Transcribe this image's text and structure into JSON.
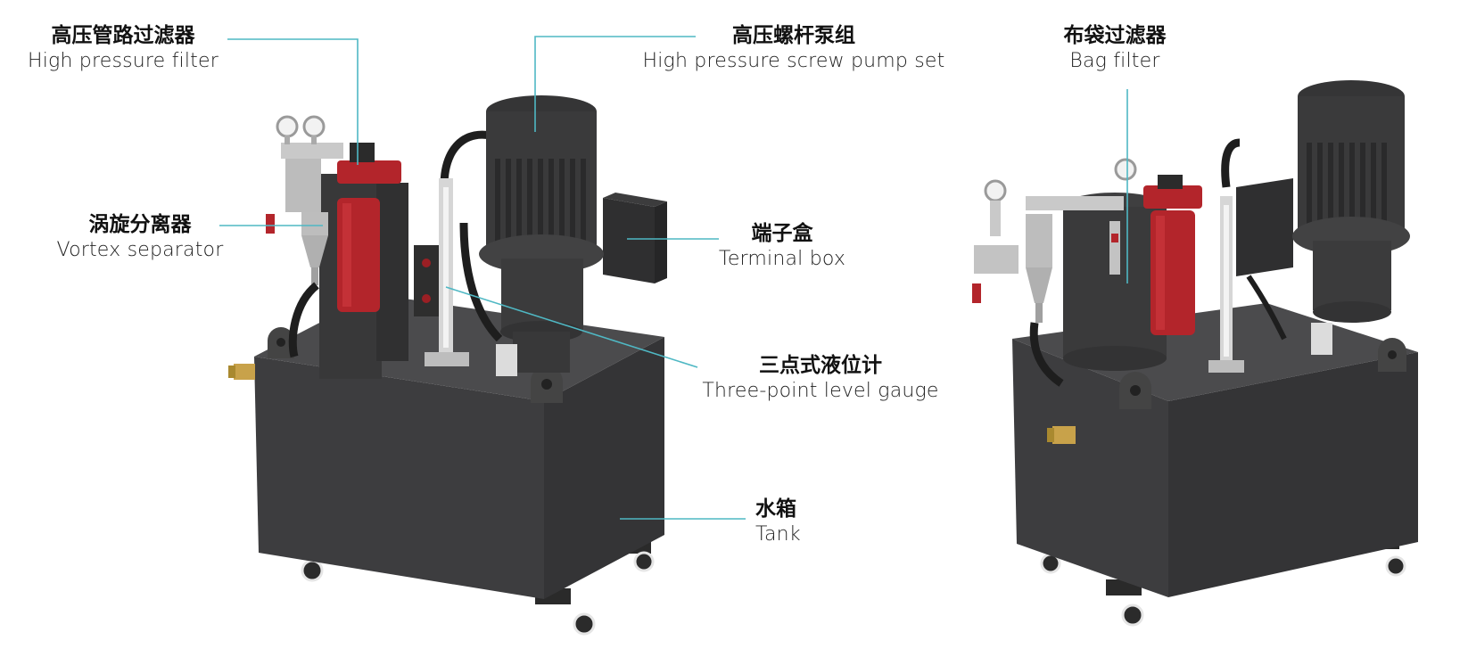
{
  "colors": {
    "leader_line": "#4fb8c4",
    "metal_dark": "#3b3b3d",
    "metal_mid": "#4a4a4c",
    "filter_red": "#b3252b",
    "steel": "#c9c9c9"
  },
  "labels": {
    "high_pressure_filter": {
      "zh": "高压管路过滤器",
      "en": "High pressure filter"
    },
    "screw_pump": {
      "zh": "高压螺杆泵组",
      "en": "High pressure screw pump set"
    },
    "bag_filter": {
      "zh": "布袋过滤器",
      "en": "Bag filter"
    },
    "vortex_separator": {
      "zh": "涡旋分离器",
      "en": "Vortex separator"
    },
    "terminal_box": {
      "zh": "端子盒",
      "en": "Terminal box"
    },
    "level_gauge": {
      "zh": "三点式液位计",
      "en": "Three-point level gauge"
    },
    "tank": {
      "zh": "水箱",
      "en": "Tank"
    }
  }
}
